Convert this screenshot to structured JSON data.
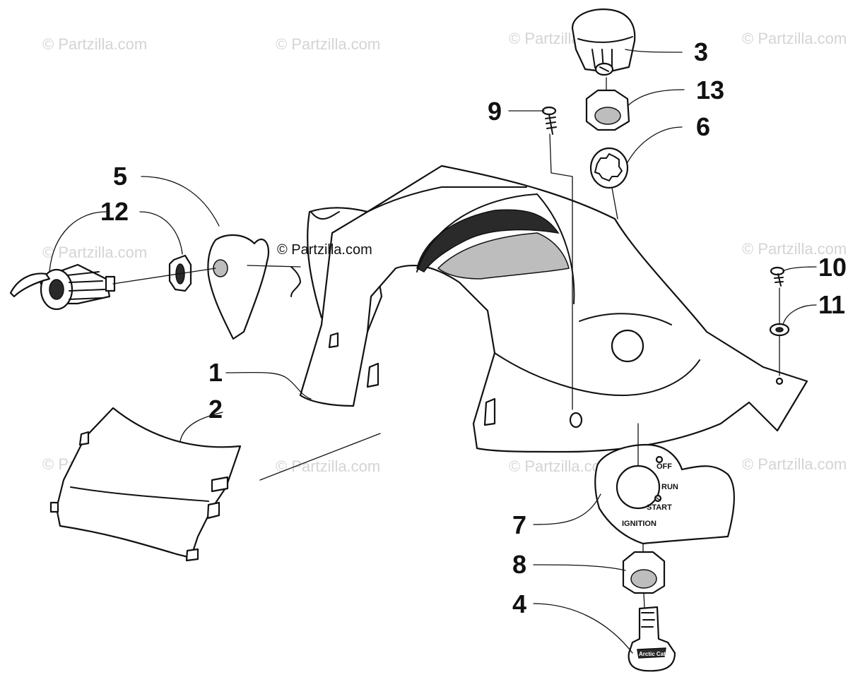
{
  "watermark": "© Partzilla.com",
  "callouts": {
    "c1": "1",
    "c2": "2",
    "c3": "3",
    "c4": "4",
    "c5": "5",
    "c6": "6",
    "c7": "7",
    "c8": "8",
    "c9": "9",
    "c10": "10",
    "c11": "11",
    "c12": "12",
    "c13": "13"
  },
  "ignition_plate": {
    "off": "OFF",
    "run": "RUN",
    "start": "START",
    "title": "IGNITION"
  },
  "key_tag": "Arctic Cat"
}
